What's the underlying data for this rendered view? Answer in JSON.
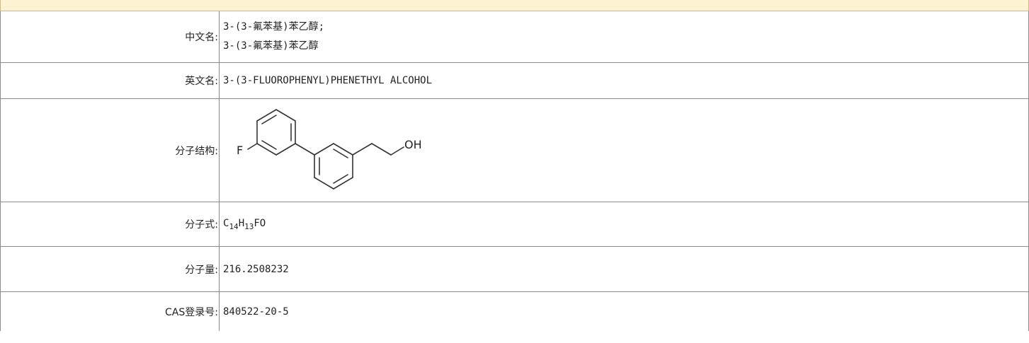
{
  "rows": {
    "chinese_name": {
      "label": "中文名:",
      "values": [
        "3-(3-氟苯基)苯乙醇;",
        "3-(3-氟苯基)苯乙醇"
      ]
    },
    "english_name": {
      "label": "英文名:",
      "value": "3-(3-FLUOROPHENYL)PHENETHYL ALCOHOL"
    },
    "structure": {
      "label": "分子结构:",
      "atom_f": "F",
      "atom_oh": "OH"
    },
    "formula": {
      "label": "分子式:",
      "c": "C",
      "c_count": "14",
      "h": "H",
      "h_count": "13",
      "rest": "FO"
    },
    "weight": {
      "label": "分子量:",
      "value": "216.2508232"
    },
    "cas": {
      "label": "CAS登录号:",
      "value": "840522-20-5"
    }
  },
  "colors": {
    "header_bg": "#fdf3d2",
    "border": "#8c8c8c"
  }
}
